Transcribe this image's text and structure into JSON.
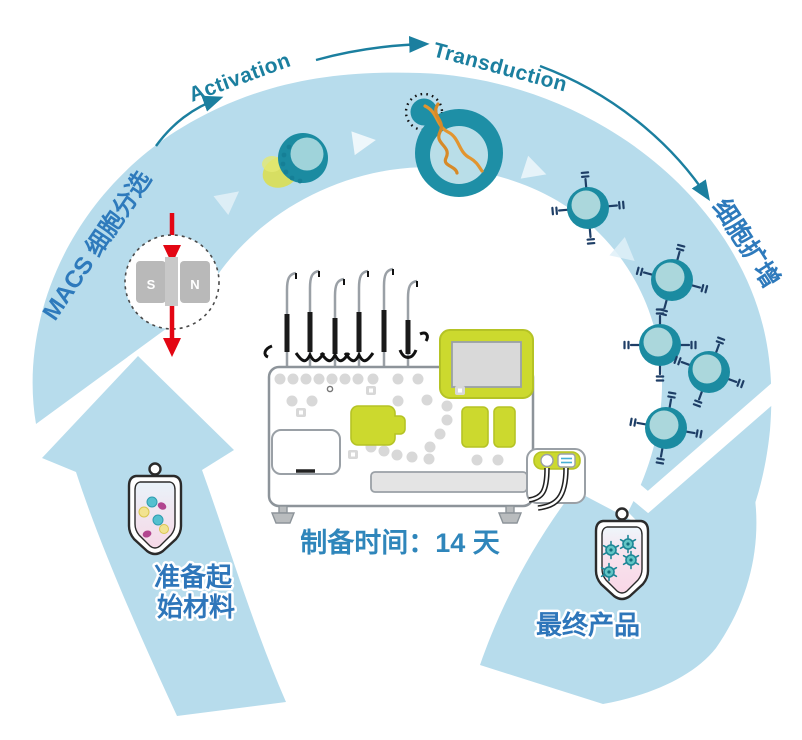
{
  "diagram": {
    "steps": {
      "macs": "MACS 细胞分选",
      "activation": "Activation",
      "transduction": "Transduction",
      "expansion": "细胞扩增",
      "prepare_line1": "准备起",
      "prepare_line2": "始材料",
      "final_product": "最终产品"
    },
    "center_caption": "制备时间：14 天",
    "magnet": {
      "south": "S",
      "north": "N"
    },
    "colors": {
      "band_blue": "#b7dcec",
      "teal_cell": "#1b8ba1",
      "cell_inner": "#abd7dc",
      "lime": "#ccd92e",
      "label_blue": "#2e7abc",
      "caption_blue": "#2f86bb",
      "english_teal": "#1b7f9f",
      "antibody_navy": "#1e3e66",
      "dna_orange": "#e2952f",
      "magnet_red": "#e30613"
    }
  }
}
